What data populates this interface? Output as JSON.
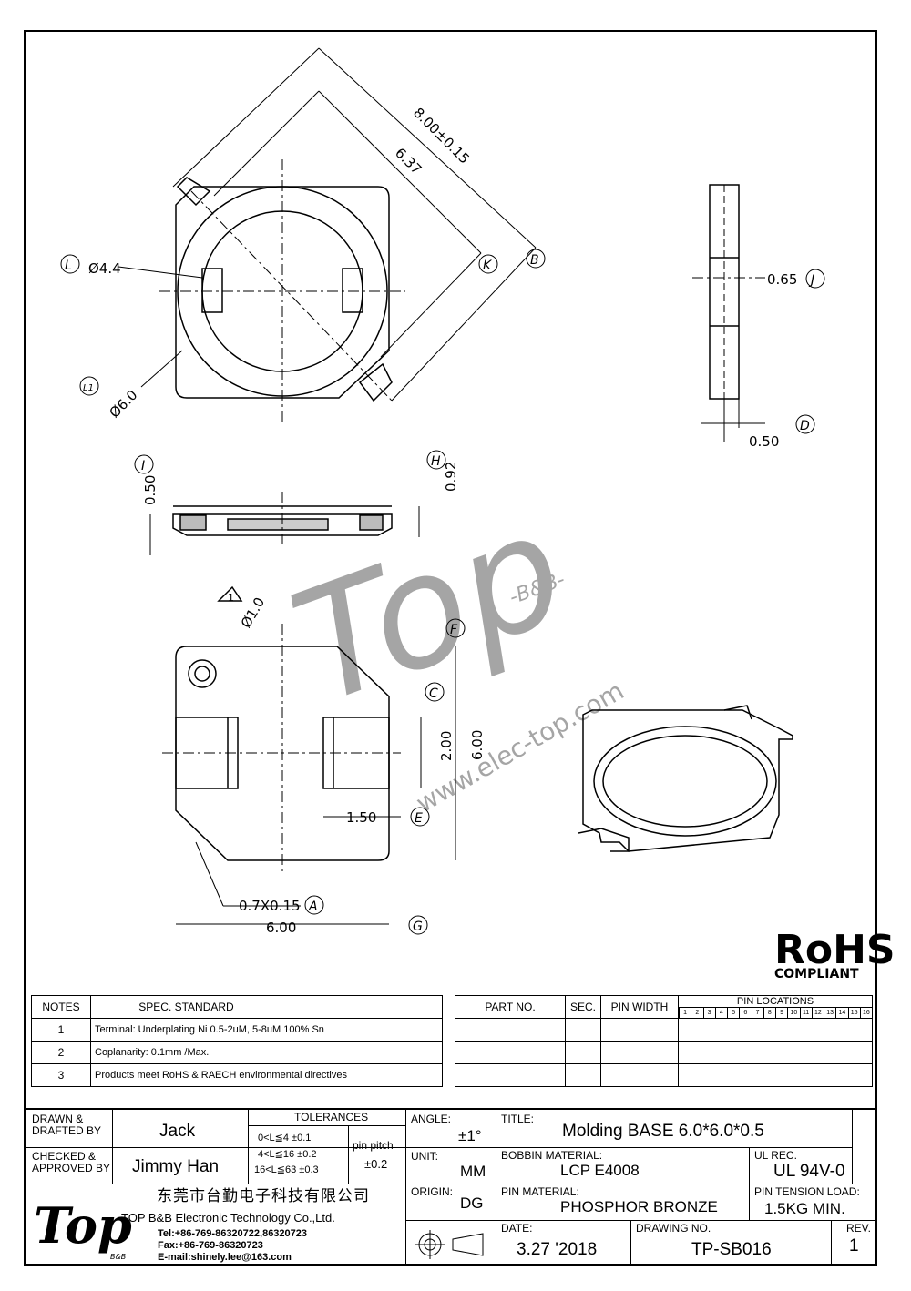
{
  "views": {
    "top_view": {
      "dim_outer": "8.00±0.15",
      "dim_inner": "6.37",
      "dim_hole": "Ø4.4",
      "dim_ring": "Ø6.0",
      "mark_L": "L",
      "mark_L1": "L1",
      "mark_K": "K",
      "mark_B": "B"
    },
    "side_view": {
      "dim_thickness": "0.65",
      "dim_pin": "0.50",
      "mark_J": "J",
      "mark_D": "D"
    },
    "section_view": {
      "dim_base": "0.50",
      "dim_total": "0.92",
      "mark_I": "I",
      "mark_H": "H"
    },
    "bottom_view": {
      "note_marker": "1",
      "dim_pin_hole": "Ø1.0",
      "dim_pad_gap": "2.00",
      "dim_height": "6.00",
      "dim_pad_width": "1.50",
      "dim_chamfer": "0.7X0.15",
      "dim_width": "6.00",
      "mark_F": "F",
      "mark_C": "C",
      "mark_E": "E",
      "mark_A": "A",
      "mark_G": "G"
    }
  },
  "watermark": {
    "brand": "Top",
    "sub": "-B&B-",
    "url": "www.elec-top.com"
  },
  "rohs": {
    "title": "RoHS",
    "subtitle": "COMPLIANT"
  },
  "notes_table": {
    "headers": [
      "NOTES",
      "SPEC. STANDARD"
    ],
    "rows": [
      {
        "num": "1",
        "text": "Terminal: Underplating Ni 0.5-2uM, 5-8uM 100% Sn"
      },
      {
        "num": "2",
        "text": "Coplanarity: 0.1mm  /Max."
      },
      {
        "num": "3",
        "text": "Products meet RoHS & RAECH environmental directives"
      }
    ]
  },
  "pin_table": {
    "headers": [
      "PART NO.",
      "SEC.",
      "PIN WIDTH",
      "PIN LOCATIONS"
    ],
    "pins": [
      "1",
      "2",
      "3",
      "4",
      "5",
      "6",
      "7",
      "8",
      "9",
      "10",
      "11",
      "12",
      "13",
      "14",
      "15",
      "16"
    ]
  },
  "title_block": {
    "drawn_label": "DRAWN &\nDRAFTED BY",
    "drawn_value": "Jack",
    "checked_label": "CHECKED &\nAPPROVED BY",
    "checked_value": "Jimmy Han",
    "tolerances_label": "TOLERANCES",
    "tol_rows": [
      "0<L≦4   ±0.1",
      "4<L≦16  ±0.2",
      "16<L≦63  ±0.3"
    ],
    "pin_pitch_label": "pin pitch",
    "pin_pitch_value": "±0.2",
    "angle_label": "ANGLE:",
    "angle_value": "±1°",
    "unit_label": "UNIT:",
    "unit_value": "MM",
    "origin_label": "ORIGIN:",
    "origin_value": "DG",
    "title_label": "TITLE:",
    "title_value": "Molding BASE 6.0*6.0*0.5",
    "bobbin_label": "BOBBIN MATERIAL:",
    "bobbin_value": "LCP E4008",
    "ul_label": "UL REC.",
    "ul_value": "UL 94V-0",
    "pin_material_label": "PIN MATERIAL:",
    "pin_material_value": "PHOSPHOR BRONZE",
    "pin_tension_label": "PIN TENSION LOAD:",
    "pin_tension_value": "1.5KG MIN.",
    "date_label": "DATE:",
    "date_value": "3.27 '2018",
    "drawing_no_label": "DRAWING NO.",
    "drawing_no_value": "TP-SB016",
    "rev_label": "REV.",
    "rev_value": "1",
    "company_cn": "东莞市台勤电子科技有限公司",
    "company_en": "TOP B&B Electronic Technology Co.,Ltd.",
    "tel": "Tel:+86-769-86320722,86320723",
    "fax": "Fax:+86-769-86320723",
    "email": "E-mail:shinely.lee@163.com",
    "logo_text": "Top",
    "logo_sub": "B&B"
  }
}
